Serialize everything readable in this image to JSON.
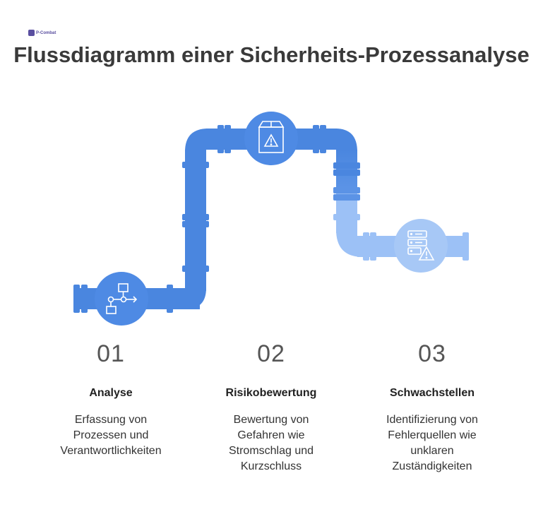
{
  "logo": {
    "text": "P-Combat"
  },
  "title": "Flussdiagramm einer Sicherheits-Prozessanalyse",
  "colors": {
    "pipe_dark": "#4a86df",
    "pipe_mid": "#5b93e6",
    "pipe_light": "#9cc1f6",
    "circle_dark": "#4e8ae4",
    "circle_light": "#a7c8f6"
  },
  "steps": [
    {
      "number": "01",
      "title": "Analyse",
      "description": "Erfassung von\nProzessen und\nVerantwortlichkeiten",
      "icon": "flowchart-icon"
    },
    {
      "number": "02",
      "title": "Risikobewertung",
      "description": "Bewertung von\nGefahren wie\nStromschlag und\nKurzschluss",
      "icon": "box-warning-icon"
    },
    {
      "number": "03",
      "title": "Schwachstellen",
      "description": "Identifizierung von\nFehlerquellen wie\nunklaren\nZuständigkeiten",
      "icon": "server-warning-icon"
    }
  ]
}
